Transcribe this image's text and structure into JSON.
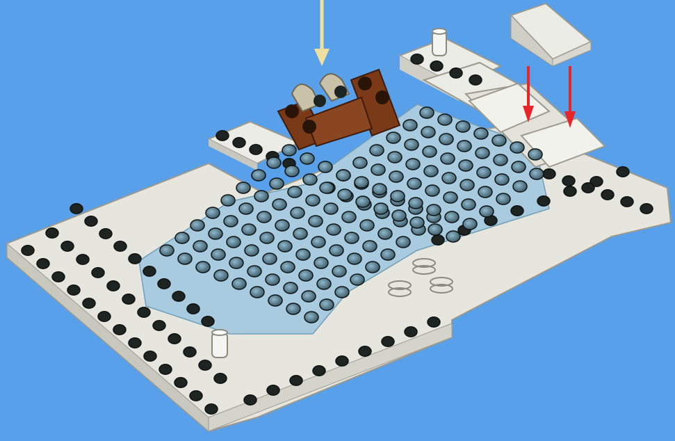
{
  "scene": {
    "background": "#59a0ea",
    "plate_color": "#e6e6df",
    "plate_edge_color": "#b8b8ae",
    "water_color": "#a9cbe0",
    "stud_dark_color": "#1e2422",
    "brown_color": "#7a3a18",
    "tan_color": "#c9c2a8",
    "arrow_tan_color": "#f0e0a0",
    "arrow_red_color": "#e8262a",
    "shapes": [
      "white-baseplate",
      "trans-light-blue-water",
      "brown-bench",
      "tan-clips",
      "white-slope-bricks",
      "transparent-antenna-studs",
      "spring-coils"
    ],
    "arrows": [
      {
        "color": "tan",
        "direction": "down"
      },
      {
        "color": "red",
        "direction": "down"
      },
      {
        "color": "red",
        "direction": "down"
      }
    ]
  }
}
